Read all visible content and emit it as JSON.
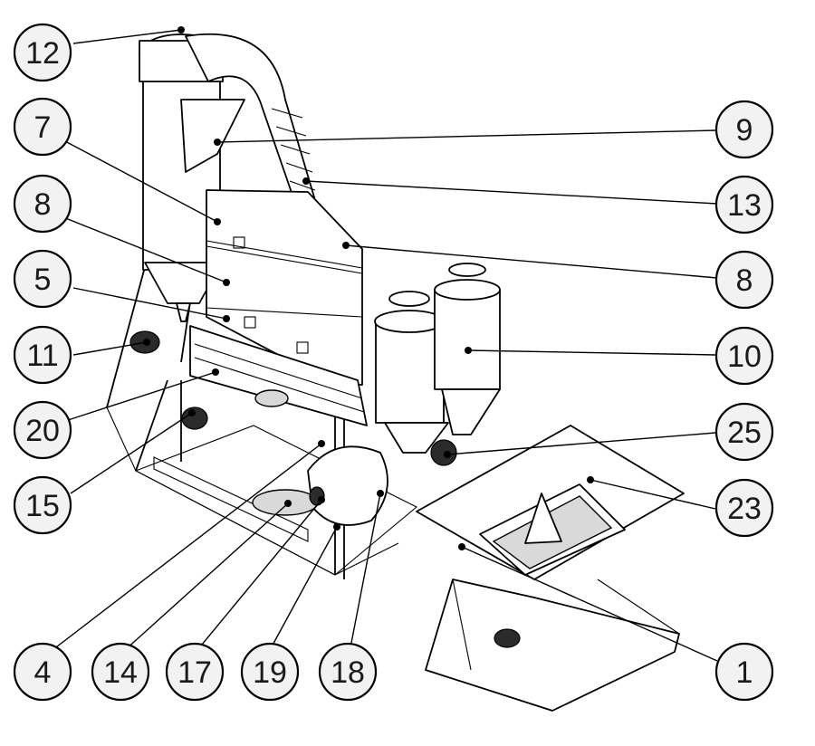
{
  "callouts": [
    {
      "id": "c12",
      "label": "12"
    },
    {
      "id": "c7",
      "label": "7"
    },
    {
      "id": "c8l",
      "label": "8"
    },
    {
      "id": "c5",
      "label": "5"
    },
    {
      "id": "c11",
      "label": "11"
    },
    {
      "id": "c20",
      "label": "20"
    },
    {
      "id": "c15",
      "label": "15"
    },
    {
      "id": "c9",
      "label": "9"
    },
    {
      "id": "c13",
      "label": "13"
    },
    {
      "id": "c8r",
      "label": "8"
    },
    {
      "id": "c10",
      "label": "10"
    },
    {
      "id": "c25",
      "label": "25"
    },
    {
      "id": "c23",
      "label": "23"
    },
    {
      "id": "c1",
      "label": "1"
    },
    {
      "id": "c4",
      "label": "4"
    },
    {
      "id": "c14",
      "label": "14"
    },
    {
      "id": "c17",
      "label": "17"
    },
    {
      "id": "c19",
      "label": "19"
    },
    {
      "id": "c18",
      "label": "18"
    }
  ]
}
